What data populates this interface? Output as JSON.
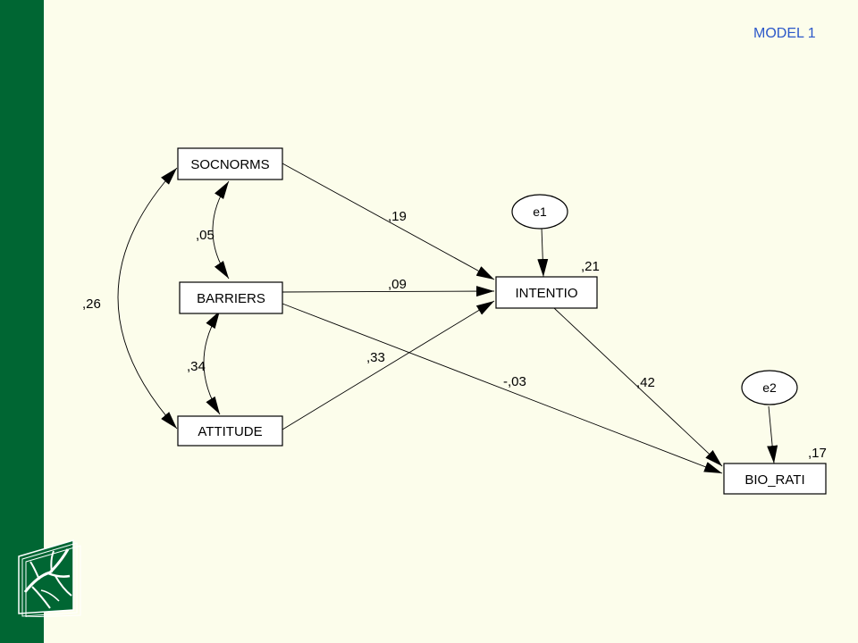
{
  "slide": {
    "title": "MODEL 1",
    "colors": {
      "background": "#FCFDEB",
      "sidebar": "#006633",
      "title": "#2C58C9"
    },
    "logo_icon": "open-book-tree-icon"
  },
  "diagram": {
    "nodes": {
      "socnorms": "SOCNORMS",
      "barriers": "BARRIERS",
      "attitude": "ATTITUDE",
      "intentio": "INTENTIO",
      "bio_rati": "BIO_RATI"
    },
    "error_terms": {
      "e1": "e1",
      "e2": "e2"
    },
    "paths": [
      {
        "from": "SOCNORMS",
        "to": "INTENTIO",
        "coefficient": ",19"
      },
      {
        "from": "BARRIERS",
        "to": "INTENTIO",
        "coefficient": ",09"
      },
      {
        "from": "ATTITUDE",
        "to": "INTENTIO",
        "coefficient": ",33"
      },
      {
        "from": "BARRIERS",
        "to": "BIO_RATI",
        "coefficient": "-,03"
      },
      {
        "from": "INTENTIO",
        "to": "BIO_RATI",
        "coefficient": ",42"
      }
    ],
    "correlations": [
      {
        "between": [
          "SOCNORMS",
          "BARRIERS"
        ],
        "coefficient": ",05"
      },
      {
        "between": [
          "BARRIERS",
          "ATTITUDE"
        ],
        "coefficient": ",34"
      },
      {
        "between": [
          "SOCNORMS",
          "ATTITUDE"
        ],
        "coefficient": ",26"
      }
    ],
    "r_squared": {
      "intentio": ",21",
      "bio_rati": ",17"
    }
  }
}
